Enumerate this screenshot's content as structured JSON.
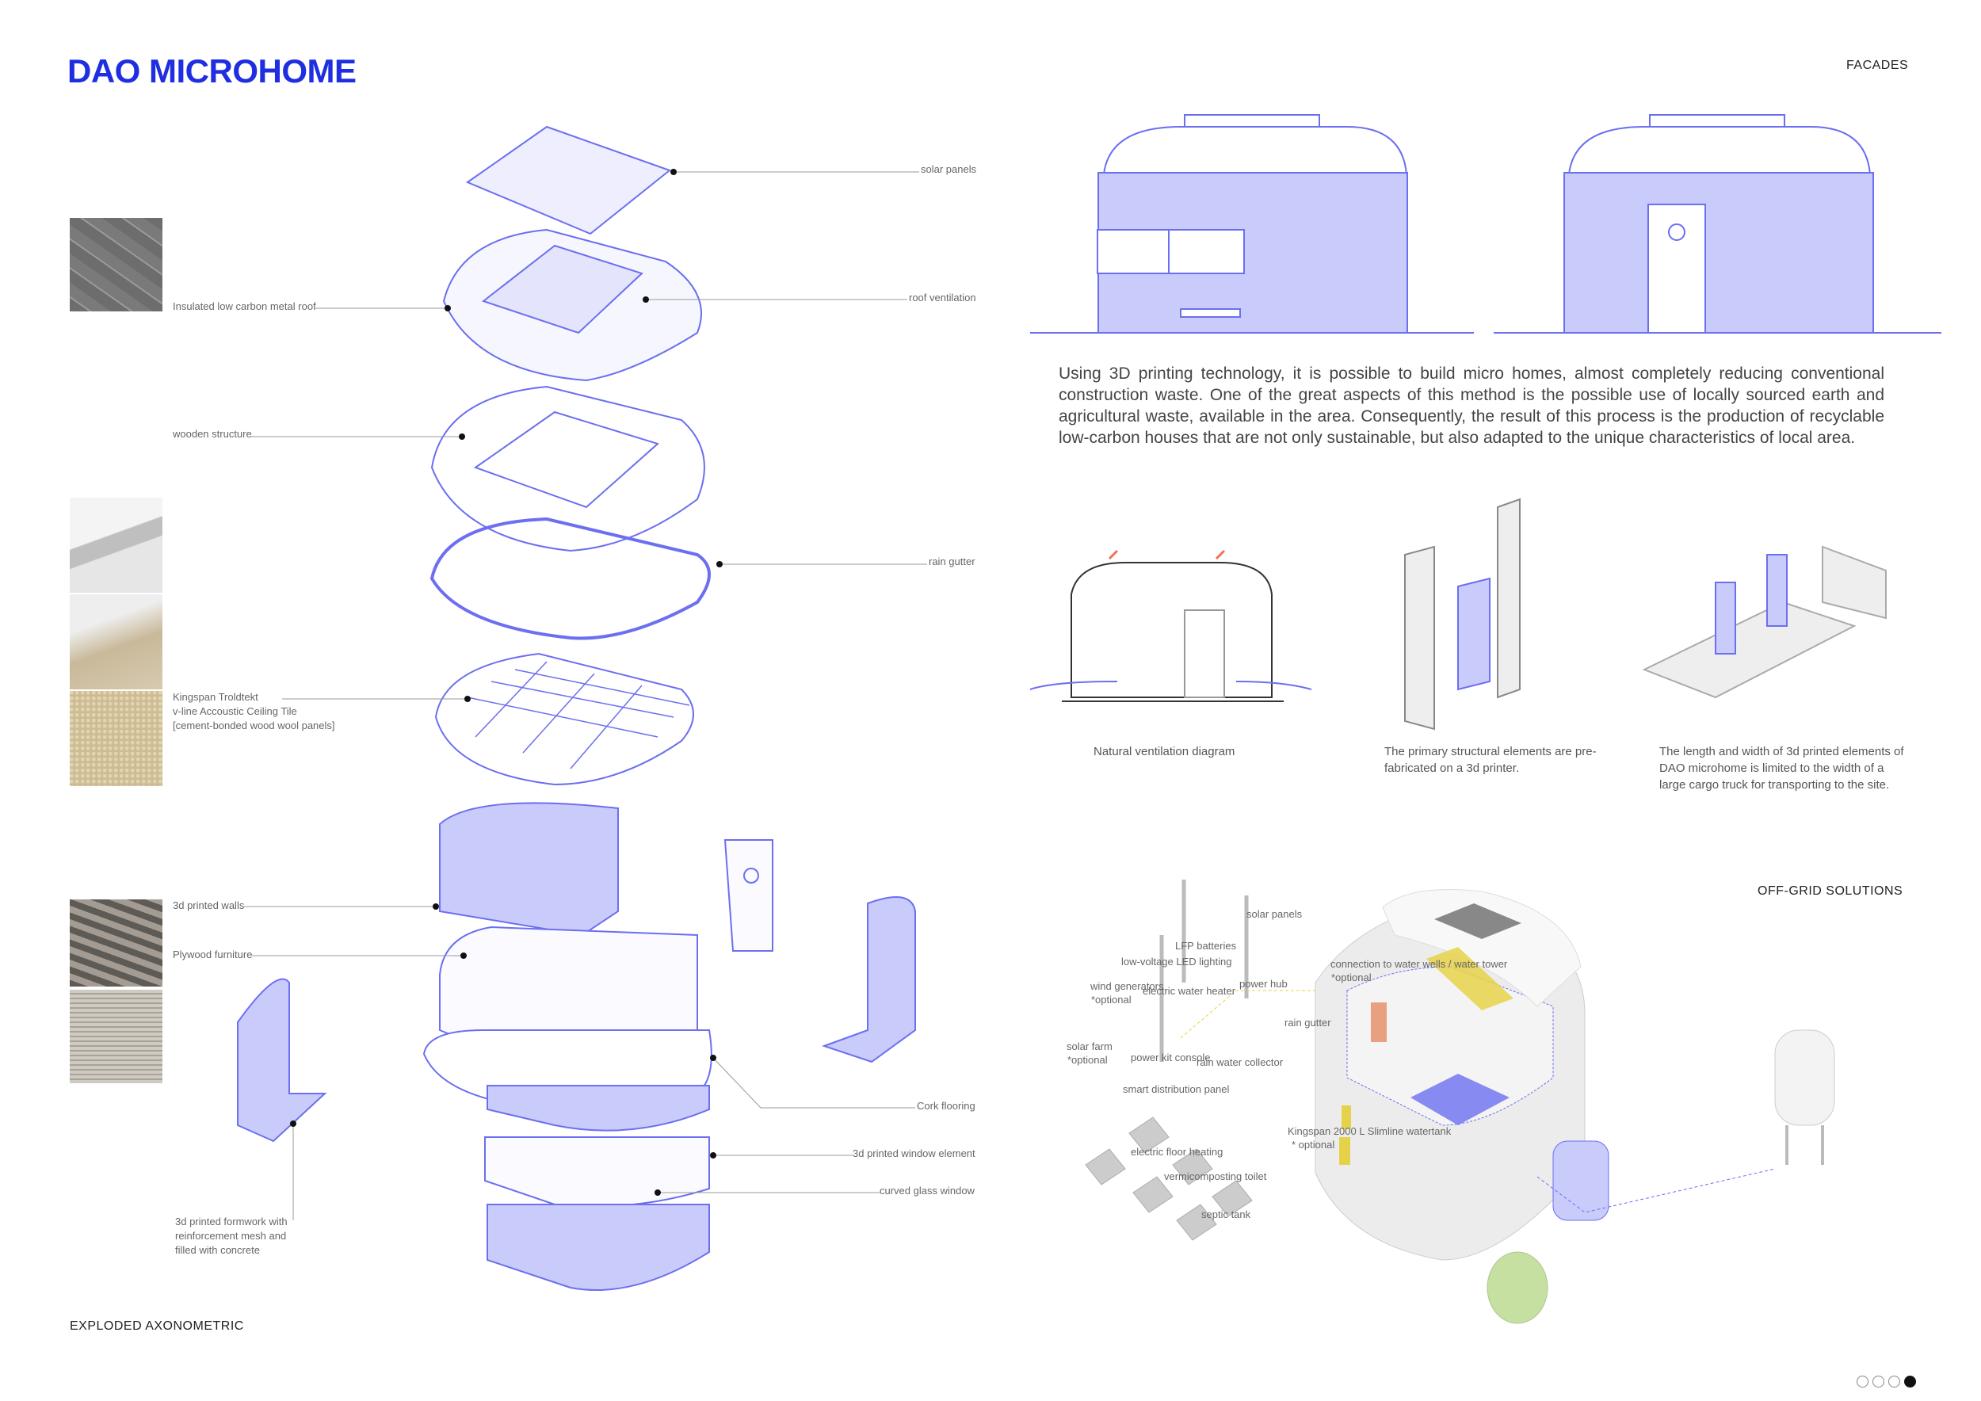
{
  "header": {
    "title": "DAO MICROHOME",
    "facades": "FACADES",
    "exploded": "EXPLODED AXONOMETRIC",
    "offgrid": "OFF-GRID SOLUTIONS"
  },
  "description": "Using 3D printing technology, it is possible to build micro homes, almost completely reducing conventional construction waste. One of the great aspects of this method is the possible use of locally sourced earth and agricultural waste, available in the area. Consequently, the result of this process is the production of recyclable low-carbon houses that are not only sustainable, but also adapted to the unique characteristics of local area.",
  "captions": [
    "Natural ventilation diagram",
    "The primary structural elements are pre-fabricated on a 3d printer.",
    "The length and width of 3d printed elements of DAO microhome is limited to the width of a large cargo truck for transporting to the site."
  ],
  "exploded_labels": {
    "solar_panels": "solar panels",
    "metal_roof": "Insulated low carbon metal roof",
    "roof_ventilation": "roof ventilation",
    "wooden_structure": "wooden structure",
    "rain_gutter": "rain gutter",
    "kingspan_1": "Kingspan Troldtekt",
    "kingspan_2": "v-line Accoustic Ceiling Tile",
    "kingspan_3": "[cement-bonded wood wool panels]",
    "walls": "3d printed walls",
    "furniture": "Plywood furniture",
    "cork": "Cork flooring",
    "window_element": "3d printed window element",
    "glass_window": "curved glass window",
    "formwork_1": "3d printed formwork with",
    "formwork_2": "reinforcement mesh  and",
    "formwork_3": "filled with concrete"
  },
  "offgrid_labels": {
    "solar_panels": "solar panels",
    "lfp": "LFP batteries",
    "led": "low-voltage LED lighting",
    "power_hub": "power hub",
    "wind": "wind generators",
    "wind_opt": "*optional",
    "water_heater": "electric water heater",
    "rain_gutter": "rain gutter",
    "solar_farm": "solar farm",
    "solar_farm_opt": "*optional",
    "power_kit": "power kit console",
    "rain_collector": "rain water collector",
    "distribution": "smart distribution panel",
    "watertank": "Kingspan 2000 L Slimline watertank",
    "watertank_opt": "* optional",
    "floor_heating": "electric floor heating",
    "toilet": "vermicomposting toilet",
    "septic": "septic tank",
    "wells": "connection to water wells / water tower",
    "wells_opt": "*optional"
  },
  "pagination": {
    "total": 4,
    "current": 4
  },
  "colors": {
    "accent": "#1f2ee0",
    "line": "#6b6ff0",
    "fill": "#c9cbfa",
    "yellow": "#e6d24a",
    "green": "#c5e0a0"
  }
}
